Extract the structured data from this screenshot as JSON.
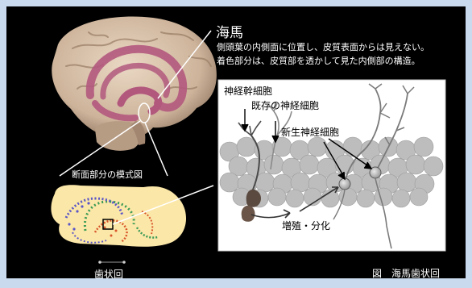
{
  "title": "海馬",
  "description_line1": "側頭葉の内側面に位置し、皮質表面からは見えない。",
  "description_line2": "着色部分は、皮質部を透かして見た内側部の構造。",
  "section_label": "断面部分の模式図",
  "dentate_label": "歯状回",
  "caption": "図　海馬歯状回",
  "panel_labels": {
    "stem_cell": "神経幹細胞",
    "existing_neuron": "既存の神経細胞",
    "new_neuron": "新生神経細胞",
    "proliferation": "増殖・分化"
  },
  "colors": {
    "frame": "#c9d9ee",
    "background": "#000000",
    "brain": "#d8c3ad",
    "hippocampus": "#b2587d",
    "section": "#fbe7a8",
    "panel": "#ffffff"
  }
}
